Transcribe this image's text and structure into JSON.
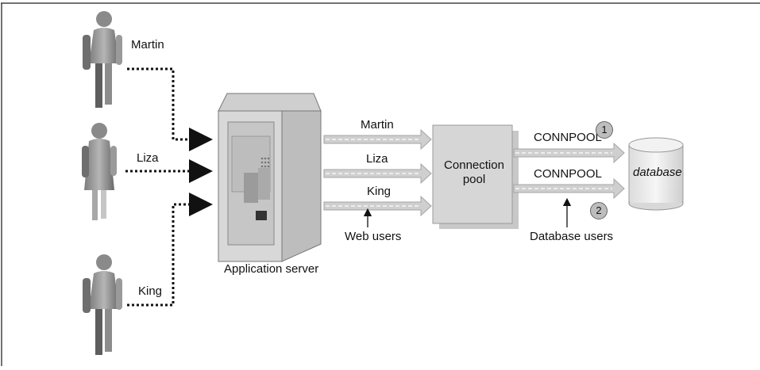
{
  "users": [
    {
      "name": "Martin"
    },
    {
      "name": "Liza"
    },
    {
      "name": "King"
    }
  ],
  "app_server": {
    "label": "Application server"
  },
  "web_streams": [
    "Martin",
    "Liza",
    "King"
  ],
  "web_users_label": "Web users",
  "connection_pool": {
    "line1": "Connection",
    "line2": "pool"
  },
  "db_streams": [
    {
      "label": "CONNPOOL",
      "marker": "1"
    },
    {
      "label": "CONNPOOL",
      "marker": "2"
    }
  ],
  "database_users_label": "Database users",
  "database": {
    "label": "database"
  }
}
